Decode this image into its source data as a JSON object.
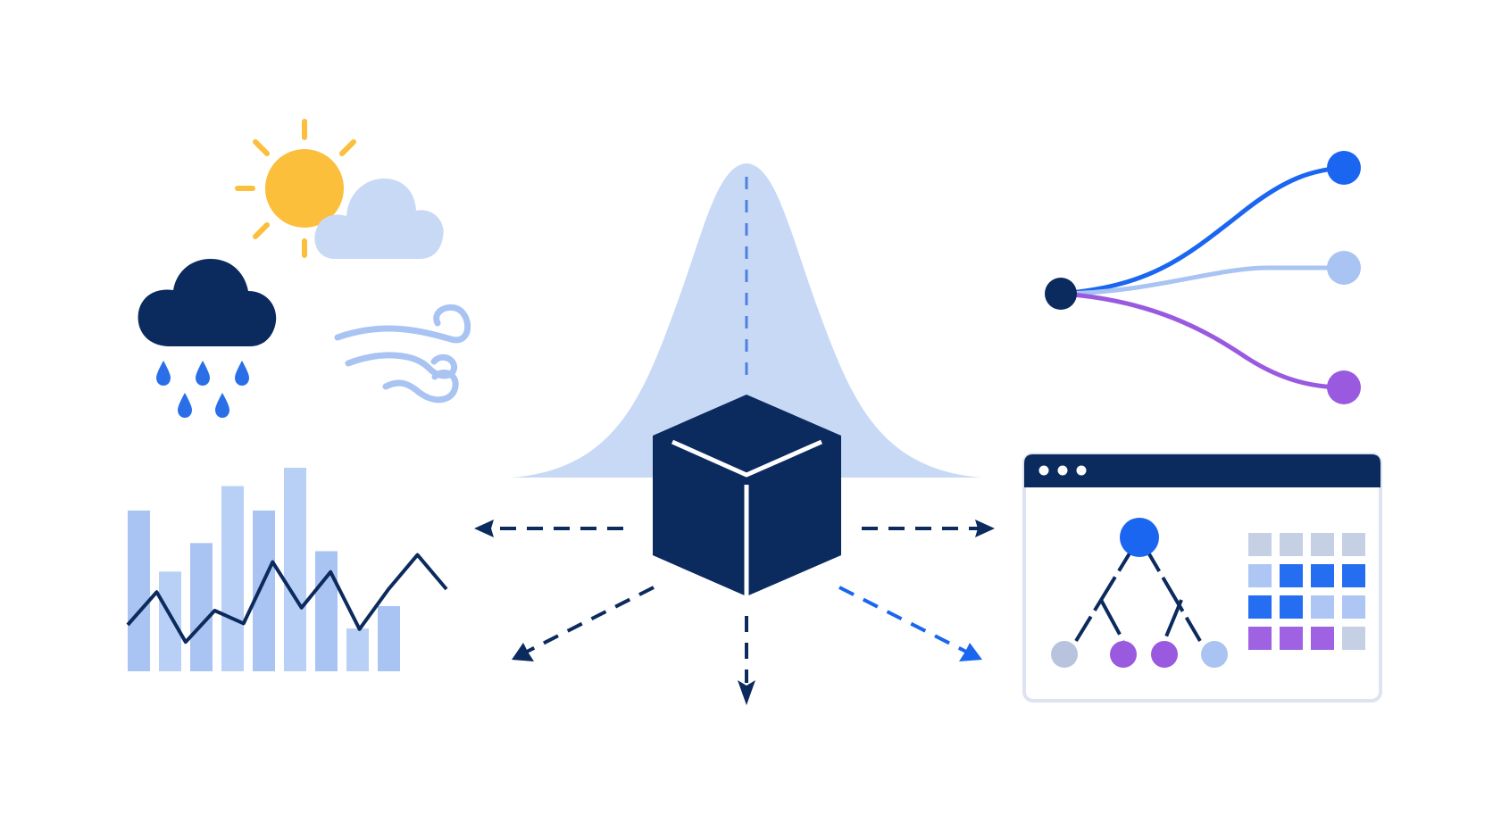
{
  "colors": {
    "background": "#ffffff",
    "navy": "#0b2a5e",
    "blue": "#1a66f0",
    "light_blue": "#a9c3f2",
    "pale_blue": "#c8d9f6",
    "sun": "#fbbf3c",
    "purple": "#9a5ae0",
    "border": "#dde3f0",
    "grid_gray": "#b8c4de"
  },
  "icons": {
    "center": "cube-icon",
    "distribution": "bell-curve-icon",
    "weather": [
      "sun-icon",
      "cloud-icon",
      "rain-cloud-icon",
      "wind-icon"
    ],
    "time_series": "bar-line-chart-icon",
    "branching": "branching-paths-icon",
    "window": "app-window-icon",
    "tree": "tree-diagram-icon",
    "grid": "color-grid-icon"
  },
  "arrows": [
    "arrow-left",
    "arrow-right",
    "arrow-down",
    "arrow-down-left",
    "arrow-down-right"
  ],
  "time_series": {
    "bars": [
      0.79,
      0.49,
      0.63,
      0.91,
      0.79,
      1.0,
      0.59,
      0.21,
      0.32
    ],
    "line": [
      0.25,
      0.48,
      0.13,
      0.35,
      0.26,
      0.69,
      0.37,
      0.62,
      0.22,
      0.5,
      0.74,
      0.5
    ]
  },
  "branching": {
    "endpoints": [
      "blue",
      "light_blue",
      "purple"
    ]
  },
  "grid": {
    "cells": [
      [
        "grid_gray",
        "grid_gray",
        "grid_gray",
        "grid_gray"
      ],
      [
        "light_blue",
        "blue",
        "blue",
        "blue"
      ],
      [
        "blue",
        "blue",
        "light_blue",
        "light_blue"
      ],
      [
        "purple",
        "purple",
        "purple",
        "grid_gray"
      ]
    ]
  }
}
